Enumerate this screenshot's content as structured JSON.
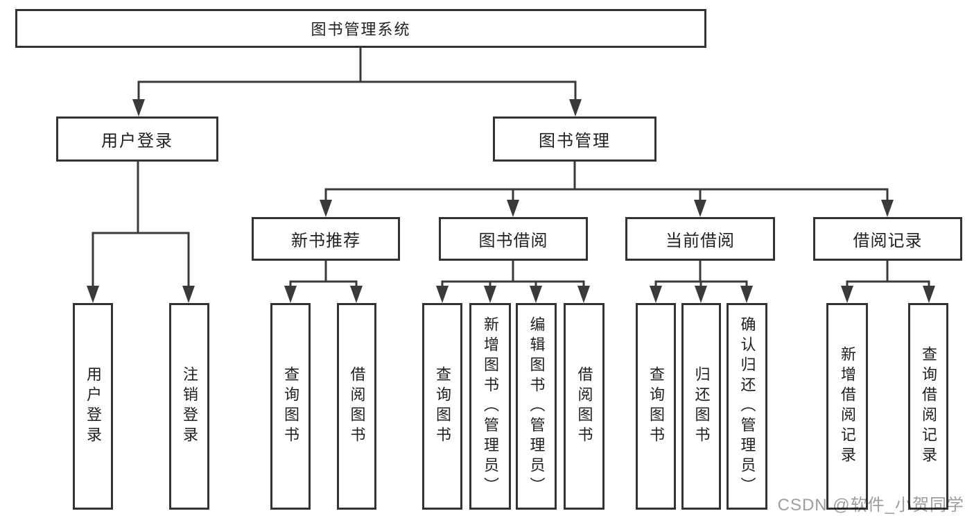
{
  "diagram": {
    "root": {
      "label": "图书管理系统"
    },
    "branches": [
      {
        "label": "用户登录",
        "children": [
          {
            "label": "用户登录"
          },
          {
            "label": "注销登录"
          }
        ]
      },
      {
        "label": "图书管理",
        "children": [
          {
            "label": "新书推荐",
            "children": [
              {
                "label": "查询图书"
              },
              {
                "label": "借阅图书"
              }
            ]
          },
          {
            "label": "图书借阅",
            "children": [
              {
                "label": "查询图书"
              },
              {
                "label": "新增图书（管理员）"
              },
              {
                "label": "编辑图书（管理员）"
              },
              {
                "label": "借阅图书"
              }
            ]
          },
          {
            "label": "当前借阅",
            "children": [
              {
                "label": "查询图书"
              },
              {
                "label": "归还图书"
              },
              {
                "label": "确认归还（管理员）"
              }
            ]
          },
          {
            "label": "借阅记录",
            "children": [
              {
                "label": "新增借阅记录"
              },
              {
                "label": "查询借阅记录"
              }
            ]
          }
        ]
      }
    ]
  },
  "watermark": {
    "text": "CSDN @软件_小贺同学"
  },
  "colors": {
    "background": "#ffffff",
    "box_border": "#333333",
    "box_fill": "#ffffff",
    "text": "#1f1f1f",
    "connector": "#3a3a3a",
    "watermark": "#8c8c8c"
  }
}
